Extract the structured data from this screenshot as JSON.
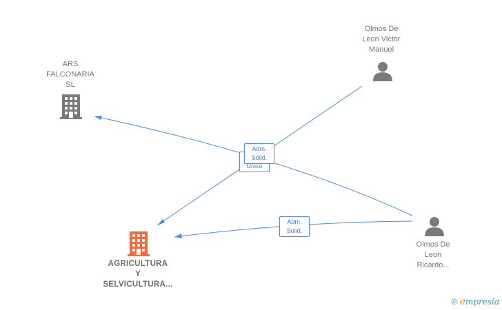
{
  "nodes": {
    "ars": {
      "lines": [
        "ARS",
        "FALCONARIA",
        "SL"
      ],
      "color": "#7a7a7a"
    },
    "victor": {
      "lines": [
        "Olmos De",
        "Leon Victor",
        "Manuel"
      ],
      "color": "#7a7a7a"
    },
    "ricardo": {
      "lines": [
        "Olmos De",
        "Leon",
        "Ricardo..."
      ],
      "color": "#7a7a7a"
    },
    "agri": {
      "lines": [
        "AGRICULTURA",
        "Y",
        "SELVICULTURA..."
      ],
      "color": "#f26b3a"
    }
  },
  "edges": {
    "badge1": [
      "Adm.",
      "Solid."
    ],
    "badge2": [
      "Unico"
    ],
    "badge3": [
      "Adm.",
      "Solid."
    ]
  },
  "colors": {
    "edge": "#4a8ad8"
  },
  "footer": {
    "copyright": "©",
    "brand_e": "e",
    "brand_rest": "mpresia"
  }
}
